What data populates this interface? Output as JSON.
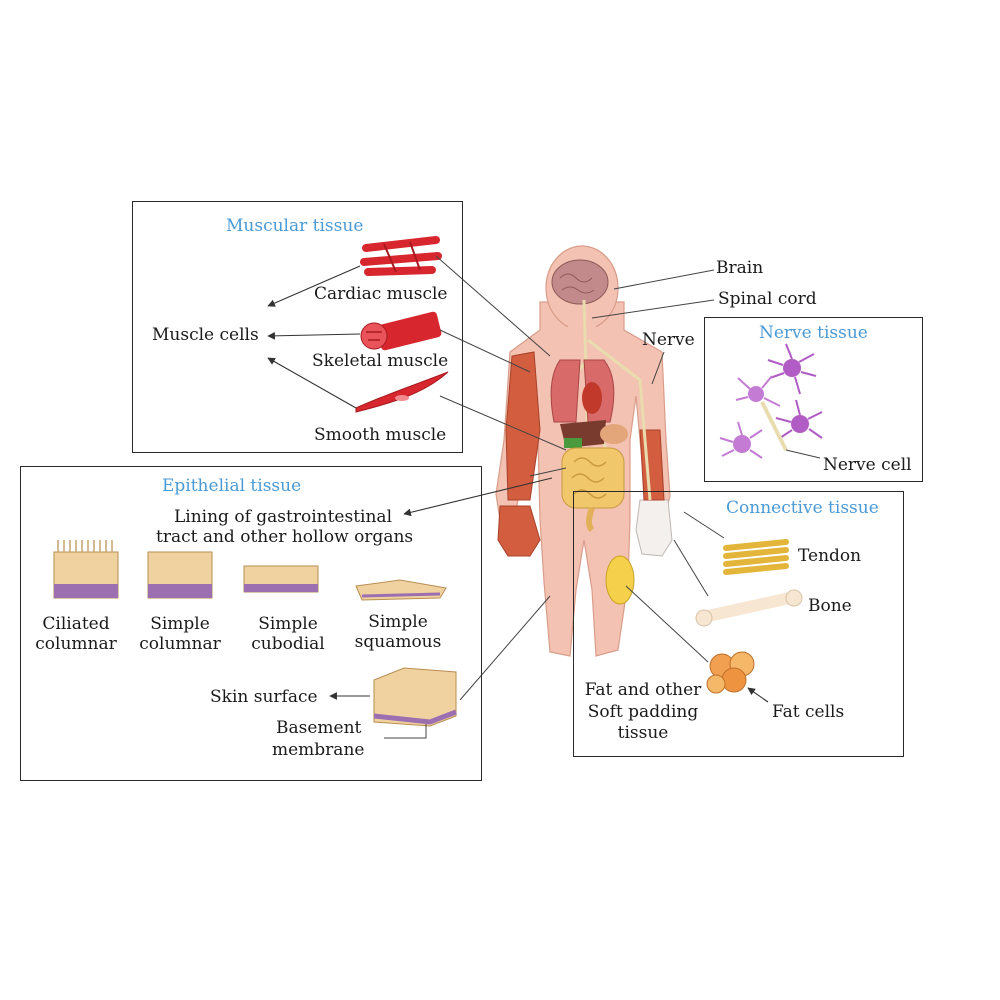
{
  "muscular": {
    "title": "Muscular tissue",
    "cardiac": "Cardiac muscle",
    "skeletal": "Skeletal muscle",
    "smooth": "Smooth muscle",
    "cells": "Muscle cells"
  },
  "epithelial": {
    "title": "Epithelial tissue",
    "lining_1": "Lining of gastrointestinal",
    "lining_2": "tract and other hollow organs",
    "ciliated_1": "Ciliated",
    "ciliated_2": "columnar",
    "columnar_1": "Simple",
    "columnar_2": "columnar",
    "cubodial_1": "Simple",
    "cubodial_2": "cubodial",
    "squamous_1": "Simple",
    "squamous_2": "squamous",
    "skin": "Skin surface",
    "basement_1": "Basement",
    "basement_2": "membrane"
  },
  "body": {
    "brain": "Brain",
    "spinal": "Spinal cord",
    "nerve": "Nerve"
  },
  "nerve": {
    "title": "Nerve tissue",
    "cell": "Nerve cell"
  },
  "connective": {
    "title": "Connective tissue",
    "tendon": "Tendon",
    "bone": "Bone",
    "fat_1": "Fat and other",
    "fat_2": "Soft padding",
    "fat_3": "tissue",
    "fat_cells": "Fat cells"
  },
  "colors": {
    "title_blue": "#4a9ad6",
    "skin": "#f3c2b2",
    "muscle_red": "#d8262e",
    "neuron_purple": "#b05cc4"
  }
}
